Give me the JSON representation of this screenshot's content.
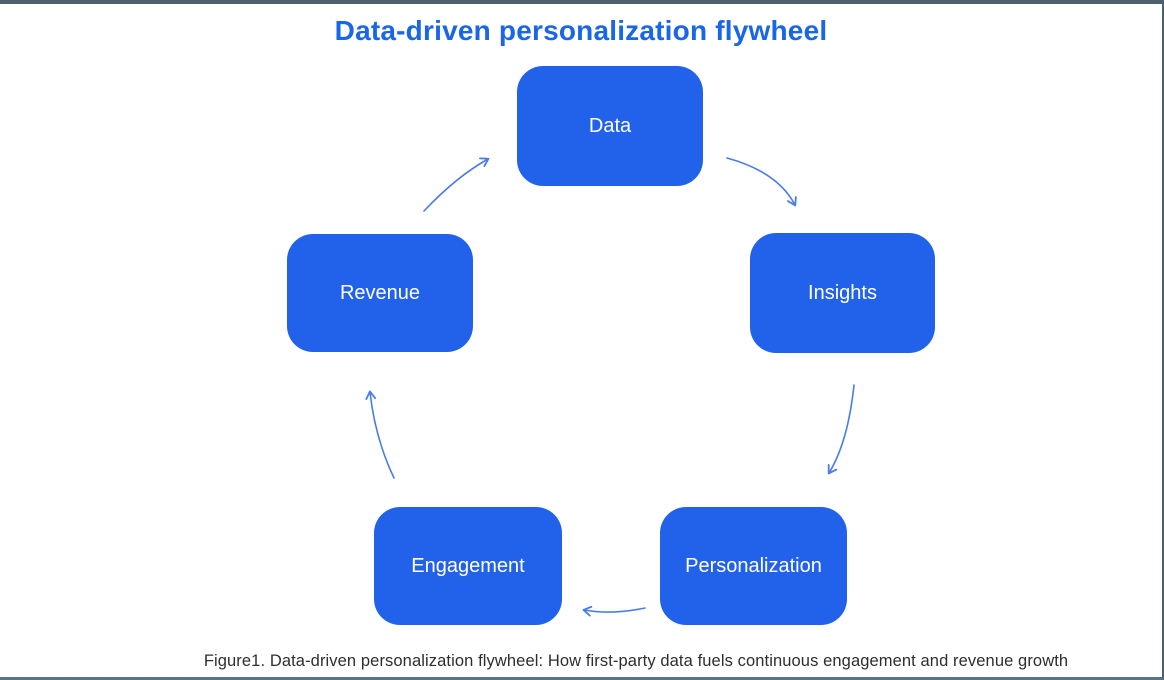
{
  "title": "Data-driven personalization flywheel",
  "caption": "Figure1. Data-driven personalization flywheel: How first-party data fuels continuous engagement and revenue growth",
  "nodes": [
    {
      "label": "Data"
    },
    {
      "label": "Insights"
    },
    {
      "label": "Personalization"
    },
    {
      "label": "Engagement"
    },
    {
      "label": "Revenue"
    }
  ],
  "flow_order": [
    "Data",
    "Insights",
    "Personalization",
    "Engagement",
    "Revenue",
    "Data"
  ],
  "colors": {
    "node_fill": "#2262ea",
    "node_text": "#ffffff",
    "title_text": "#1a66e8",
    "arrow": "#4a7ce8",
    "caption_text": "#2e2e2e",
    "frame_border": "#4c616d",
    "background": "#ffffff"
  }
}
